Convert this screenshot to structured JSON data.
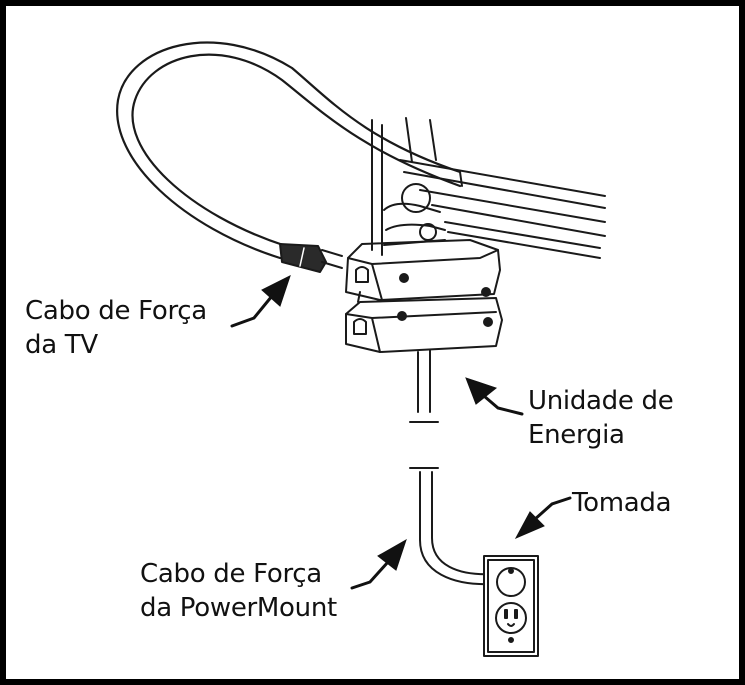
{
  "labels": {
    "tv_power_cord": {
      "line1": "Cabo de Força",
      "line2": "da TV"
    },
    "power_unit": {
      "line1": "Unidade de",
      "line2": "Energia"
    },
    "outlet": "Tomada",
    "powermount_cord": {
      "line1": "Cabo de Força",
      "line2": "da PowerMount"
    }
  },
  "colors": {
    "line": "#1a1a1a",
    "frame": "#000000",
    "background": "#ffffff"
  }
}
